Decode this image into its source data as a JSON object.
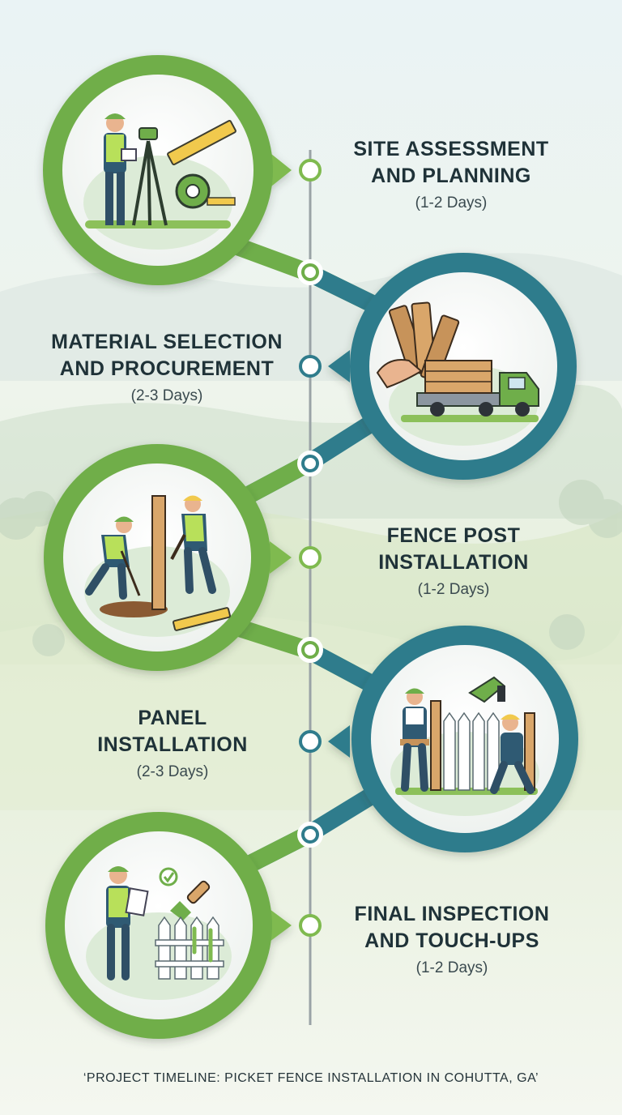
{
  "steps": [
    {
      "title_line1": "SITE ASSESSMENT",
      "title_line2": "AND PLANNING",
      "duration": "(1-2 Days)"
    },
    {
      "title_line1": "MATERIAL SELECTION",
      "title_line2": "AND PROCUREMENT",
      "duration": "(2-3 Days)"
    },
    {
      "title_line1": "FENCE POST",
      "title_line2": "INSTALLATION",
      "duration": "(1-2 Days)"
    },
    {
      "title_line1": "PANEL",
      "title_line2": "INSTALLATION",
      "duration": "(2-3 Days)"
    },
    {
      "title_line1": "FINAL INSPECTION",
      "title_line2": "AND TOUCH-UPS",
      "duration": "(1-2 Days)"
    }
  ],
  "footer": "‘PROJECT TIMELINE: PICKET FENCE INSTALLATION IN COHUTTA, GA’",
  "colors": {
    "green": "#7fba4f",
    "teal": "#2f7c8c",
    "text": "#1f3238"
  },
  "icons": [
    "surveyor-tripod-icon",
    "wood-planks-truck-icon",
    "post-digging-workers-icon",
    "panel-installing-workers-icon",
    "inspection-paint-icon"
  ]
}
